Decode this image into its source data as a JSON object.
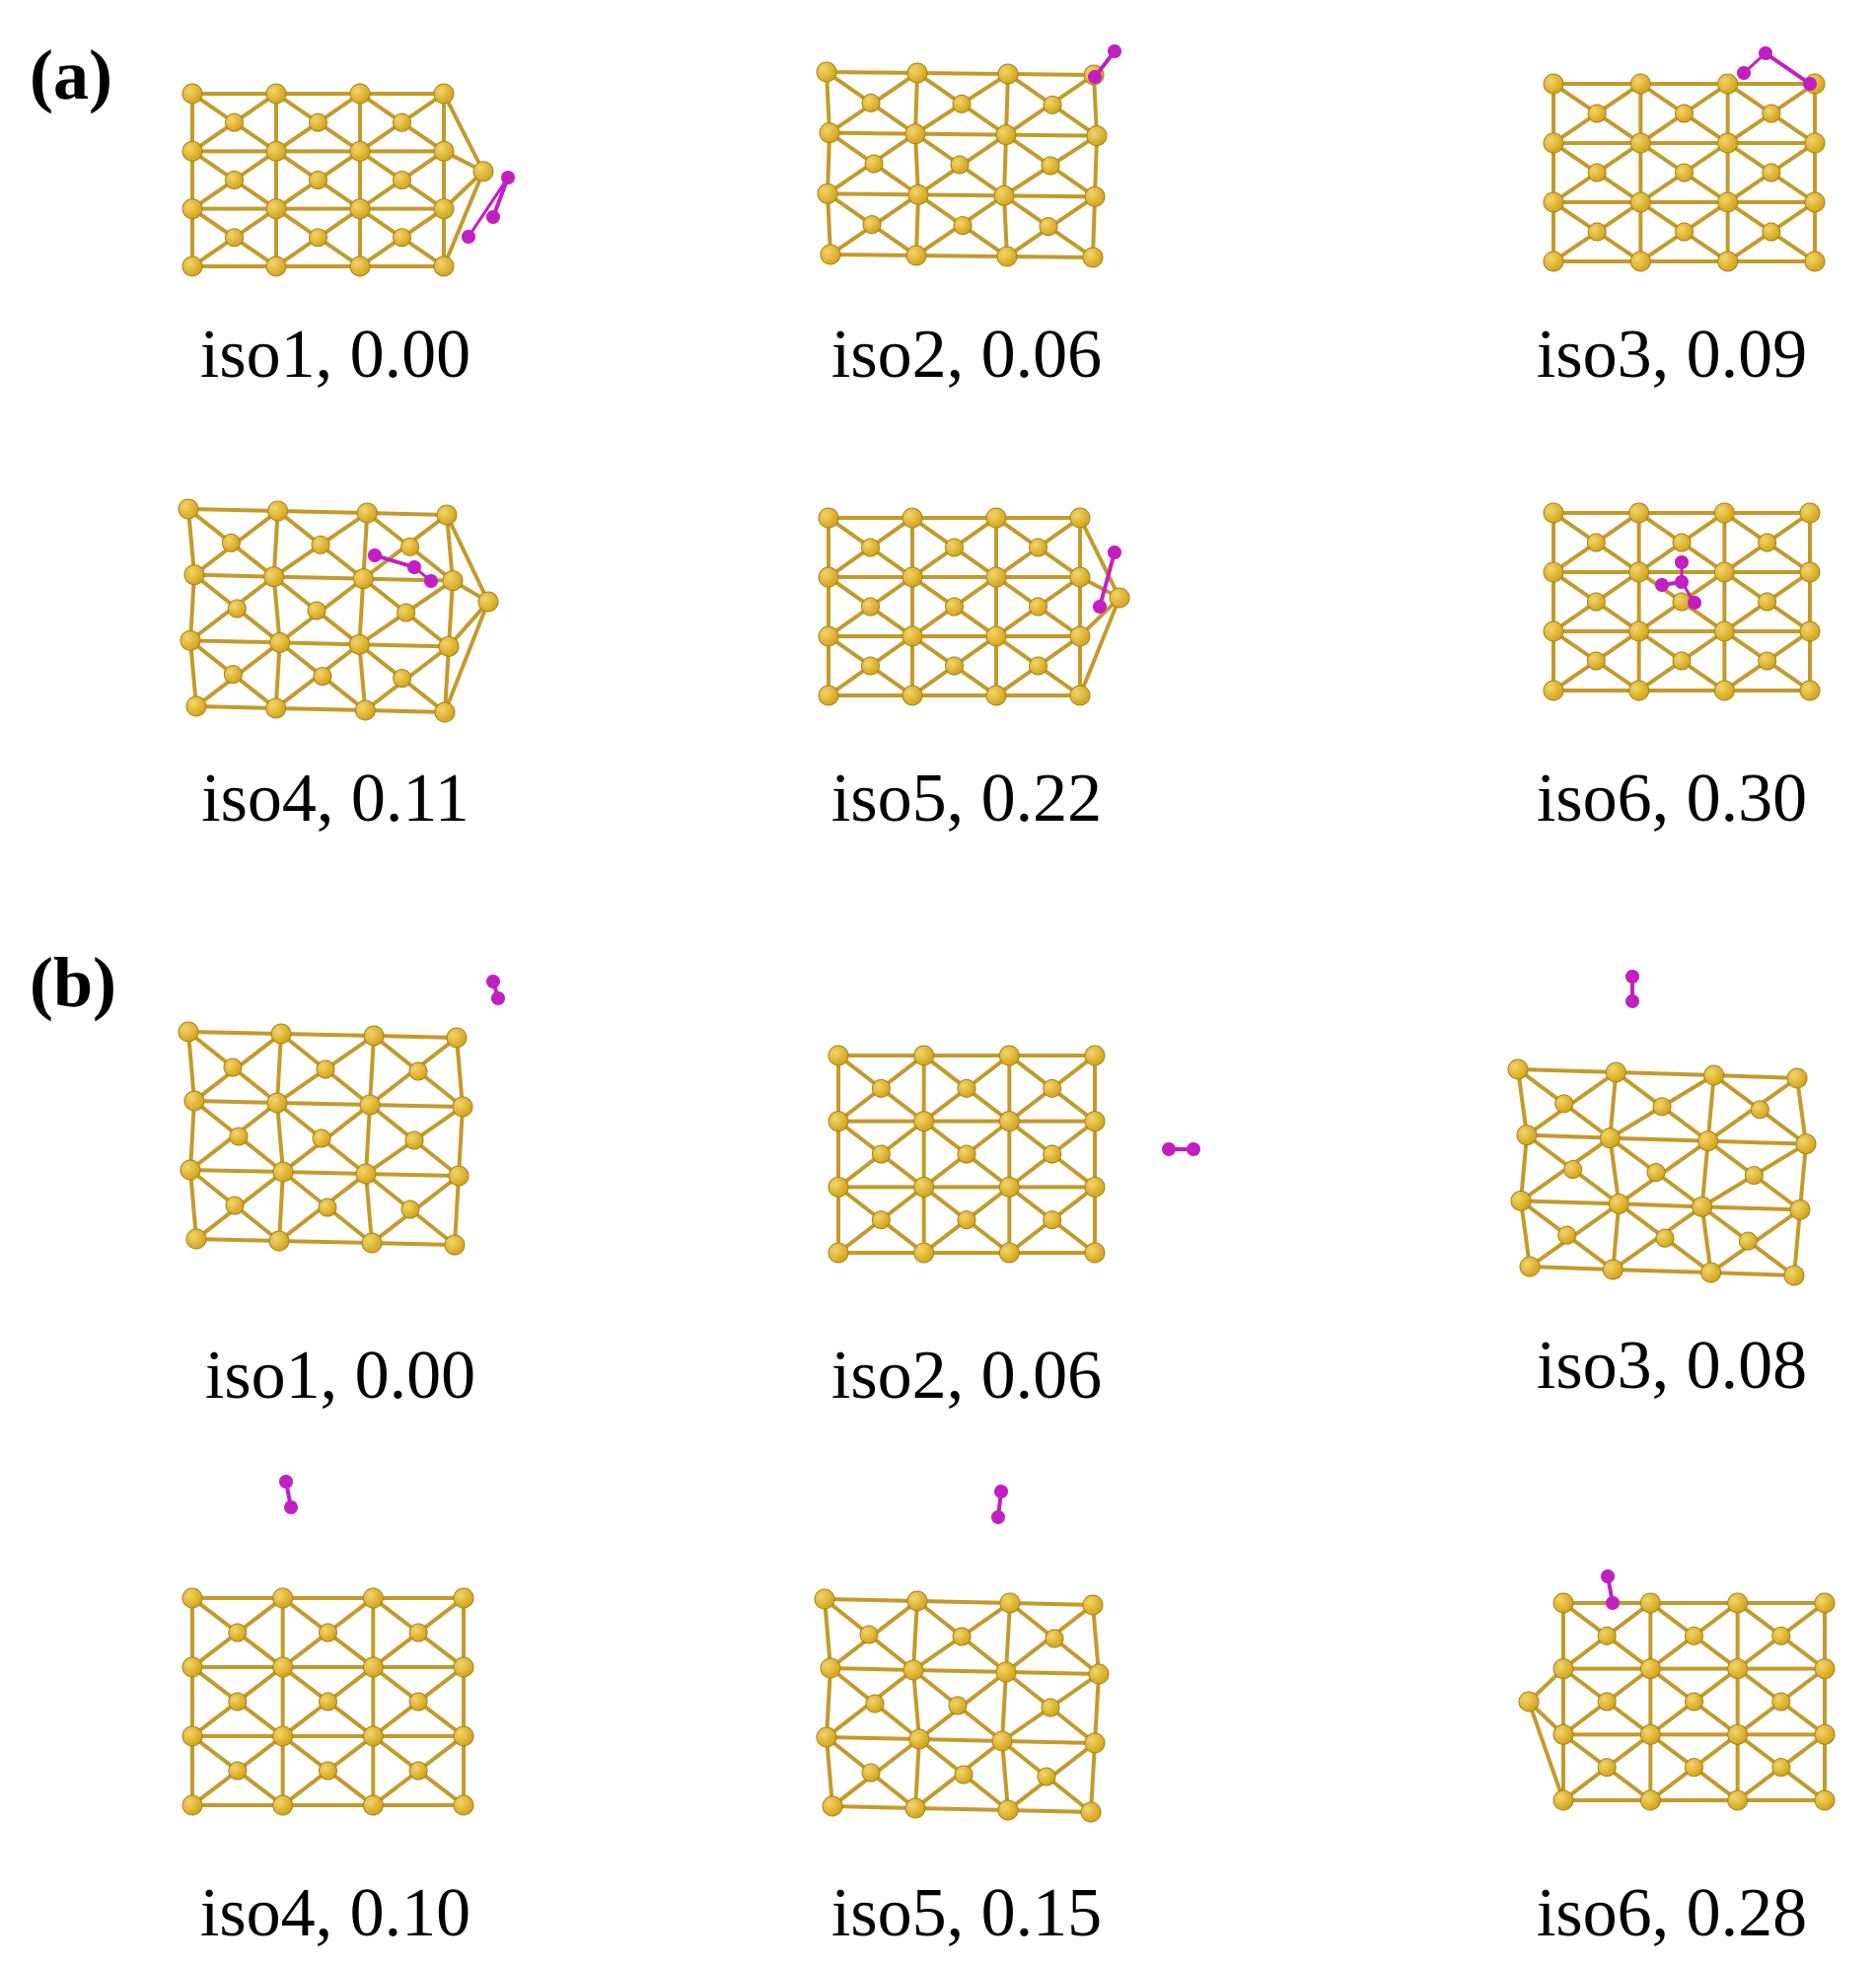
{
  "panels": [
    {
      "label": "(a)",
      "isomers": [
        {
          "name": "iso1",
          "energy": "0.00",
          "text": "iso1, 0.00",
          "ligand_site": "right-edge"
        },
        {
          "name": "iso2",
          "energy": "0.06",
          "text": "iso2, 0.06",
          "ligand_site": "top-right-corner"
        },
        {
          "name": "iso3",
          "energy": "0.09",
          "text": "iso3, 0.09",
          "ligand_site": "top-right"
        },
        {
          "name": "iso4",
          "energy": "0.11",
          "text": "iso4, 0.11",
          "ligand_site": "surface-upper-right"
        },
        {
          "name": "iso5",
          "energy": "0.22",
          "text": "iso5, 0.22",
          "ligand_site": "right-edge"
        },
        {
          "name": "iso6",
          "energy": "0.30",
          "text": "iso6, 0.30",
          "ligand_site": "surface-center"
        }
      ]
    },
    {
      "label": "(b)",
      "isomers": [
        {
          "name": "iso1",
          "energy": "0.00",
          "text": "iso1, 0.00",
          "ligand_site": "detached-top-right"
        },
        {
          "name": "iso2",
          "energy": "0.06",
          "text": "iso2, 0.06",
          "ligand_site": "detached-right"
        },
        {
          "name": "iso3",
          "energy": "0.08",
          "text": "iso3, 0.08",
          "ligand_site": "detached-top"
        },
        {
          "name": "iso4",
          "energy": "0.10",
          "text": "iso4, 0.10",
          "ligand_site": "detached-top"
        },
        {
          "name": "iso5",
          "energy": "0.15",
          "text": "iso5, 0.15",
          "ligand_site": "detached-top"
        },
        {
          "name": "iso6",
          "energy": "0.28",
          "text": "iso6, 0.28",
          "ligand_site": "top-left"
        }
      ]
    }
  ],
  "colors": {
    "cluster_atom": "#d4a51c",
    "cluster_atom_highlight": "#f3d56a",
    "cluster_bond": "#c49a2a",
    "ligand_atom": "#c21fc2",
    "ligand_bond": "#c21fc2",
    "text": "#000000",
    "background": "#ffffff"
  }
}
